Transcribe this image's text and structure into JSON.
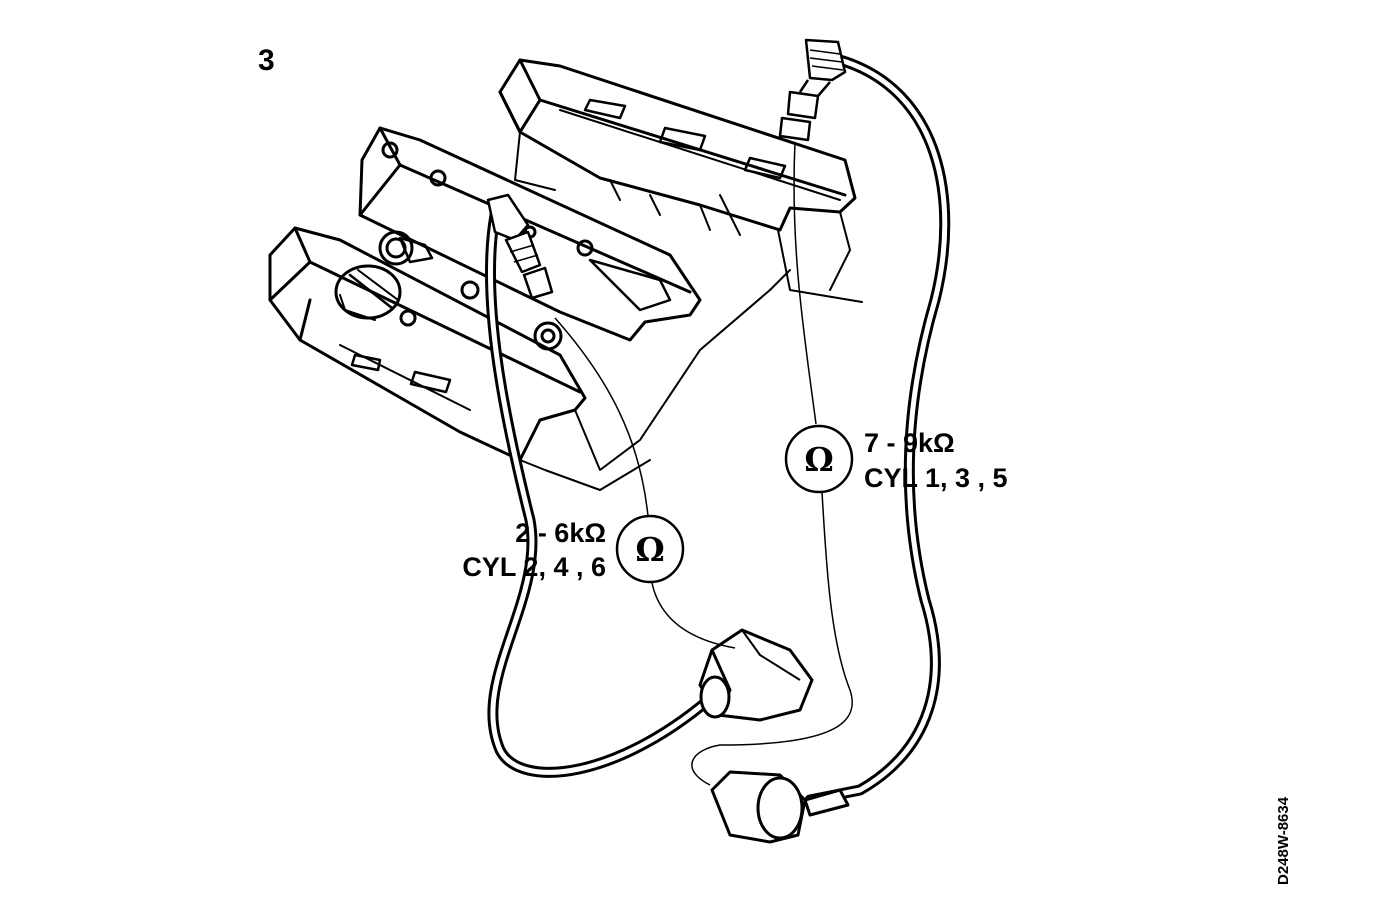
{
  "figure_number": "3",
  "figure_code": "D248W-8634",
  "ohm_symbol": "Ω",
  "meter_even": {
    "range": "2 - 6kΩ",
    "cylinders": "CYL 2, 4 , 6"
  },
  "meter_odd": {
    "range": "7 - 9kΩ",
    "cylinders": "CYL 1, 3 , 5"
  },
  "colors": {
    "ink": "#000000",
    "paper": "#ffffff"
  }
}
